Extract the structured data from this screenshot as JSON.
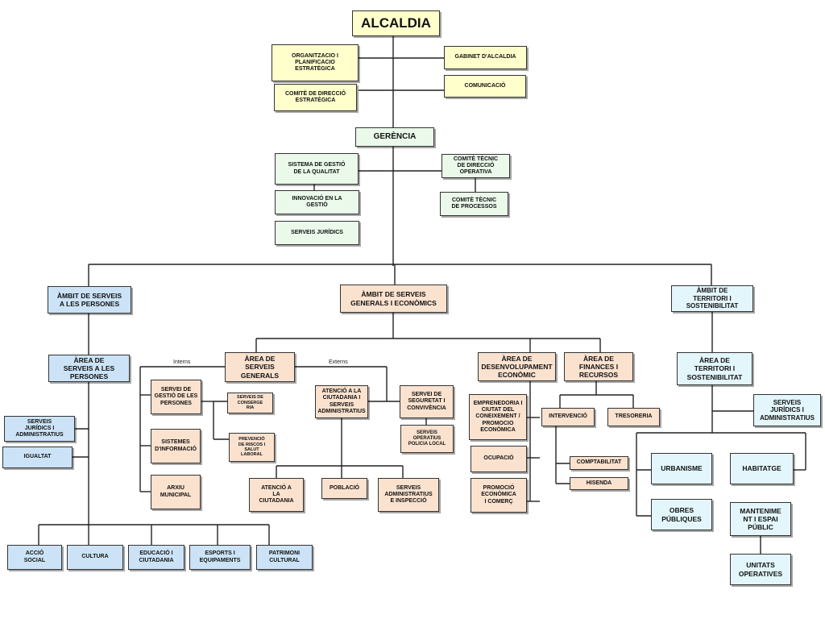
{
  "alcaldia": "ALCALDIA",
  "organitzacio": "ORGANITZACIO I\nPLANIFICACIO\nESTRATÈGICA",
  "gabinet": "GABINET D'ALCALDIA",
  "comite_direccio": "COMITÈ DE DIRECCIÓ\nESTRATÈGICA",
  "comunicacio": "COMUNICACIÓ",
  "gerencia": "GERÈNCIA",
  "sistema_qualitat": "SISTEMA DE GESTIÓ\nDE LA QUALITAT",
  "comite_tecnic_operativa": "COMITÈ TÈCNIC\nDE DIRECCIÓ\nOPERATIVA",
  "innovacio": "INNOVACIÓ EN LA\nGESTIÓ",
  "comite_processos": "COMITÈ TÈCNIC\nDE PROCESSOS",
  "serveis_juridics_g": "SERVEIS JURÍDICS",
  "ambit_persones": "ÀMBIT DE SERVEIS\nA LES PERSONES",
  "ambit_generals": "ÀMBIT DE  SERVEIS\nGENERALS I ECONÒMICS",
  "ambit_territori": "ÀMBIT DE\nTERRITORI I\nSOSTENIBILITAT",
  "area_persones": "ÀREA DE\nSERVEIS A LES\nPERSONES",
  "serveis_jur_persones": "SERVEIS\nJURÍDICS I\nADMINISTRATIUS",
  "igualtat": "IGUALTAT",
  "accio_social": "ACCIÓ\nSOCIAL",
  "cultura": "CULTURA",
  "educacio": "EDUCACIÓ I\nCIUTADANIA",
  "esports": "ESPORTS I\nEQUIPAMENTS",
  "patrimoni": "PATRIMONI\nCULTURAL",
  "interns": "Interns",
  "externs": "Externs",
  "area_generals": "ÀREA DE\nSERVEIS\nGENERALS",
  "gestio_persones": "SERVEI DE\nGESTIÓ DE LES\nPERSONES",
  "consergeria": "SERVEIS DE\nCONSERGE\nRIA",
  "prevencio": "PREVENCIÓ\nDE RISCOS I\nSALUT\nLABORAL",
  "sistemes": "SISTEMES\nD'INFORMACIÓ",
  "arxiu": "ARXIU\nMUNICIPAL",
  "atencio_serveis": "ATENCIÓ A LA\nCIUTADANIA I\nSERVEIS\nADMINISTRATIUS",
  "seguretat": "SERVEI DE\nSEGURETAT I\nCONVIVÈNCIA",
  "operatius": "SERVEIS\nOPERATIUS\nPOLICIA LOCAL",
  "atencio": "ATENCIÓ A\nLA\nCIUTADANIA",
  "poblacio": "POBLACIÓ",
  "serveis_admin_insp": "SERVEIS\nADMINISTRATIUS\nE INSPECCIÓ",
  "area_desenvolupament": "ÀREA DE\nDESENVOLUPAMENT\nECONÒMIC",
  "emprenedoria": "EMPRENEDORIA I\nCIUTAT DEL\nCONEIXEMENT /\nPROMOCIO\nECONÒMICA",
  "ocupacio": "OCUPACIÓ",
  "promocio": "PROMOCIÓ\nECONÒMICA\nI COMERÇ",
  "area_finances": "ÀREA DE\nFINANCES I\nRECURSOS",
  "intervencio": "INTERVENCIÓ",
  "tresoreria": "TRESORERIA",
  "comptabilitat": "COMPTABILITAT",
  "hisenda": "HISENDA",
  "area_territori": "ÀREA DE\nTERRITORI I\nSOSTENIBILITAT",
  "serveis_jur_territori": "SERVEIS\nJURÍDICS I\nADMINISTRATIUS",
  "urbanisme": "URBANISME",
  "habitatge": "HABITATGE",
  "obres": "OBRES\nPÚBLIQUES",
  "manteniment": "MANTENIME\nNT I ESPAI\nPÚBLIC",
  "unitats": "UNITATS\nOPERATIVES",
  "colors": {
    "yellow": "#ffffcc",
    "green": "#eaf9ea",
    "blue": "#cce3f7",
    "orange": "#fbe2cf",
    "cyan": "#e3f6fb"
  }
}
